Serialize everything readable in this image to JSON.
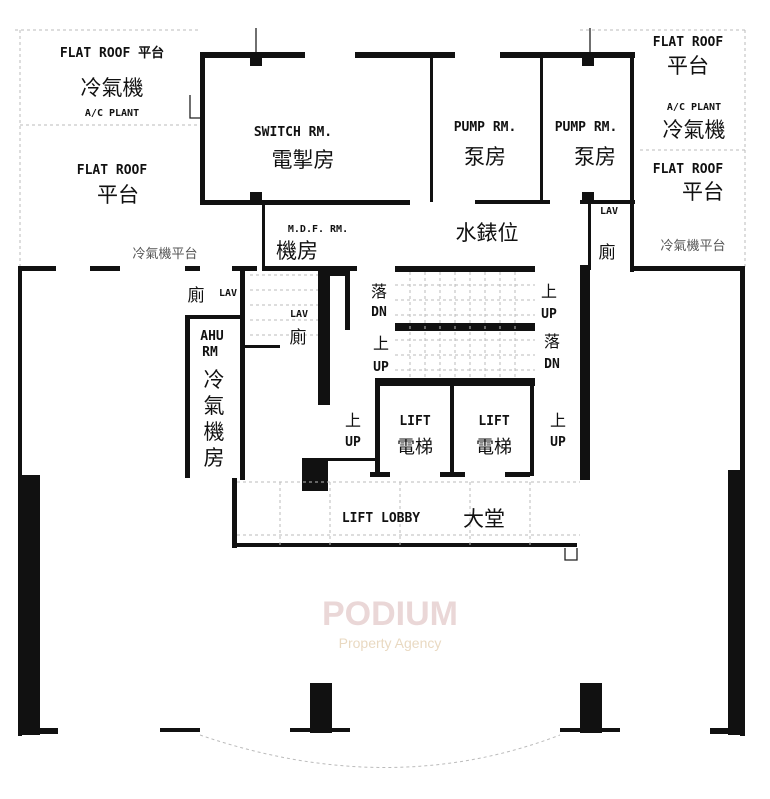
{
  "labels": {
    "flat_roof_tl": "FLAT ROOF 平台",
    "ac_plant_cn_l": "冷氣機",
    "ac_plant_en_l": "A/C PLANT",
    "flat_roof_l": "FLAT ROOF",
    "platform_l": "平台",
    "ac_platform_l": "冷氣機平台",
    "switch_rm_en": "SWITCH RM.",
    "switch_rm_cn": "電掣房",
    "pump_rm1_en": "PUMP RM.",
    "pump_rm1_cn": "泵房",
    "pump_rm2_en": "PUMP RM.",
    "pump_rm2_cn": "泵房",
    "flat_roof_tr": "FLAT ROOF",
    "platform_tr": "平台",
    "ac_plant_en_r": "A/C PLANT",
    "ac_plant_cn_r": "冷氣機",
    "flat_roof_r": "FLAT ROOF",
    "platform_r": "平台",
    "lav_r_en": "LAV",
    "lav_r_cn": "廁",
    "ac_platform_r": "冷氣機平台",
    "mdf_rm_en": "M.D.F. RM.",
    "mdf_rm_cn": "機房",
    "water_meter": "水錶位",
    "lav_l_cn": "廁",
    "lav_l_en": "LAV",
    "lav_m_en": "LAV",
    "lav_m_cn": "廁",
    "ahu_rm_en1": "AHU",
    "ahu_rm_en2": "RM",
    "ahu_rm_cn": [
      "冷",
      "氣",
      "機",
      "房"
    ],
    "stair1_dn_cn": "落",
    "stair1_dn_en": "DN",
    "stair1_up_cn": "上",
    "stair1_up_en": "UP",
    "stair2_up_cn": "上",
    "stair2_up_en": "UP",
    "stair2_dn_cn": "落",
    "stair2_dn_en": "DN",
    "stair3_up_cn": "上",
    "stair3_up_en": "UP",
    "stair4_up_cn": "上",
    "stair4_up_en": "UP",
    "lift1_en": "LIFT",
    "lift1_cn": "電梯",
    "lift2_en": "LIFT",
    "lift2_cn": "電梯",
    "lift_lobby_en": "LIFT LOBBY",
    "lift_lobby_cn": "大堂"
  },
  "watermark": {
    "title": "PODIUM",
    "subtitle": "Property Agency"
  }
}
